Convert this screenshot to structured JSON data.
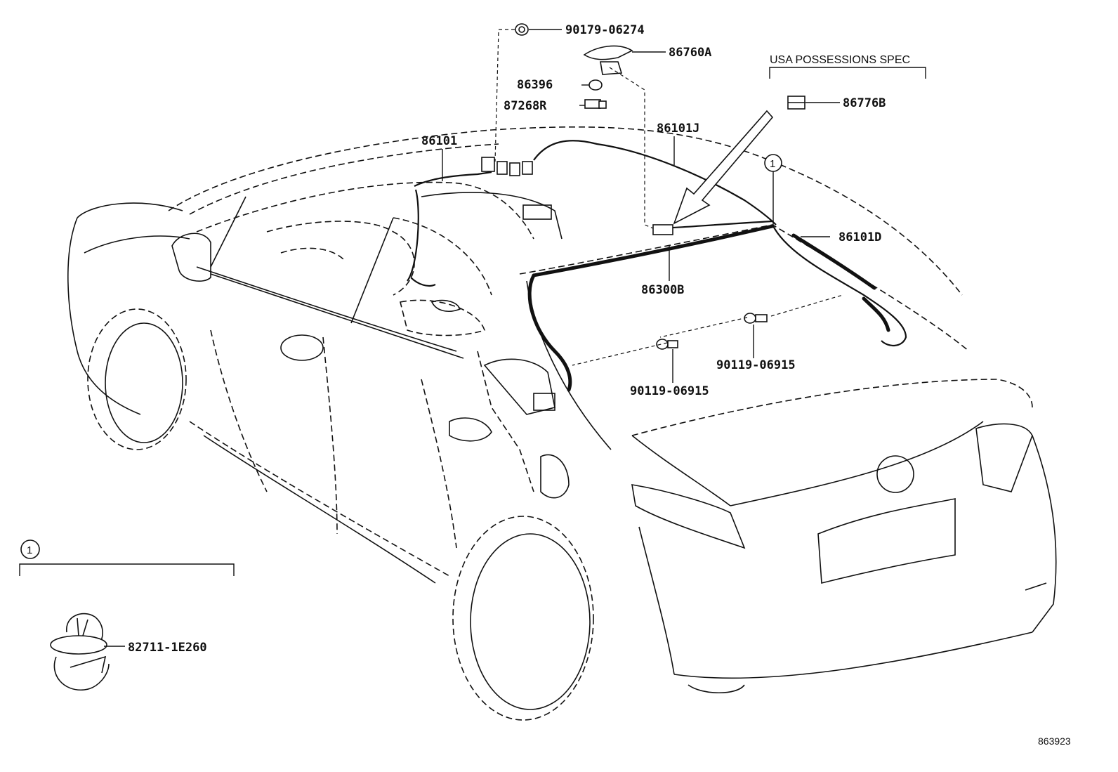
{
  "parts": {
    "p90179": "90179-06274",
    "p86760A": "86760A",
    "p86396": "86396",
    "p87268R": "87268R",
    "p86101": "86101",
    "p86101J": "86101J",
    "p86101D": "86101D",
    "p86300B": "86300B",
    "p86776B": "86776B",
    "p90119_right": "90119-06915",
    "p90119_center": "90119-06915",
    "p82711": "82711-1E260"
  },
  "spec_note": "USA POSSESSIONS SPEC",
  "callout_number": "1",
  "diagram_id": "863923"
}
